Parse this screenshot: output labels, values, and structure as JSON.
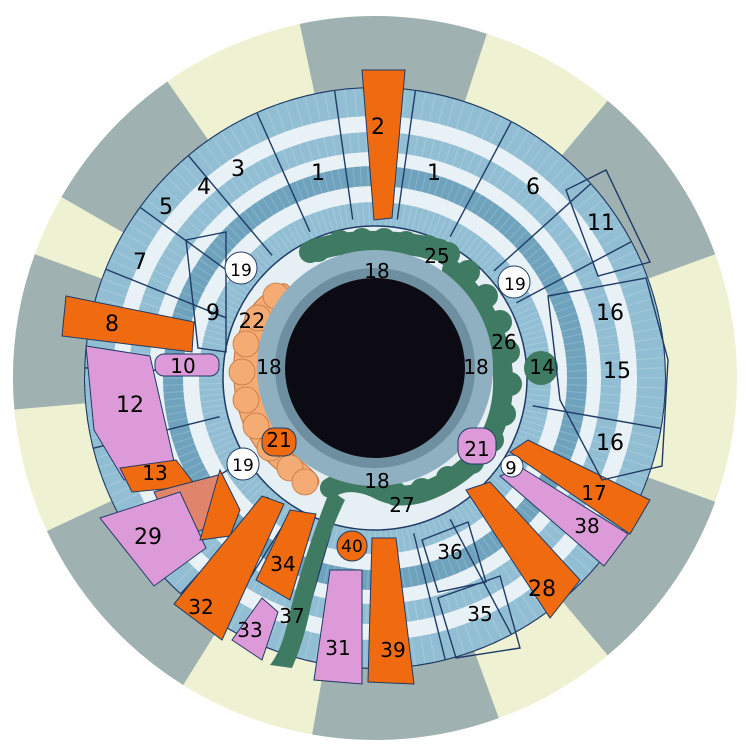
{
  "colors": {
    "cream": "#eef2d2",
    "slate": "#9fb1b1",
    "iris_light": "#e8f1f6",
    "iris_blue": "#92bed4",
    "iris_blue_dark": "#6fa3bd",
    "pupil": "#0c0a12",
    "orange": "#f06a10",
    "pink": "#dd9ad8",
    "green": "#3f7a62",
    "peach": "#f5ab74",
    "outline": "#1f3b66"
  },
  "zones": [
    {
      "id": "zone-2",
      "label": "2"
    },
    {
      "id": "zone-1-left",
      "label": "1"
    },
    {
      "id": "zone-1-right",
      "label": "1"
    },
    {
      "id": "zone-3",
      "label": "3"
    },
    {
      "id": "zone-4",
      "label": "4"
    },
    {
      "id": "zone-5",
      "label": "5"
    },
    {
      "id": "zone-6",
      "label": "6"
    },
    {
      "id": "zone-7",
      "label": "7"
    },
    {
      "id": "zone-8",
      "label": "8"
    },
    {
      "id": "zone-9-left",
      "label": "9"
    },
    {
      "id": "zone-9-right",
      "label": "9"
    },
    {
      "id": "zone-10",
      "label": "10"
    },
    {
      "id": "zone-11",
      "label": "11"
    },
    {
      "id": "zone-12",
      "label": "12"
    },
    {
      "id": "zone-13",
      "label": "13"
    },
    {
      "id": "zone-14",
      "label": "14"
    },
    {
      "id": "zone-15",
      "label": "15"
    },
    {
      "id": "zone-16-top",
      "label": "16"
    },
    {
      "id": "zone-16-bottom",
      "label": "16"
    },
    {
      "id": "zone-17",
      "label": "17"
    },
    {
      "id": "zone-18-top",
      "label": "18"
    },
    {
      "id": "zone-18-left",
      "label": "18"
    },
    {
      "id": "zone-18-right",
      "label": "18"
    },
    {
      "id": "zone-18-bottom",
      "label": "18"
    },
    {
      "id": "zone-19-left",
      "label": "19"
    },
    {
      "id": "zone-19-right",
      "label": "19"
    },
    {
      "id": "zone-19-bottom",
      "label": "19"
    },
    {
      "id": "zone-21-left",
      "label": "21"
    },
    {
      "id": "zone-21-right",
      "label": "21"
    },
    {
      "id": "zone-22",
      "label": "22"
    },
    {
      "id": "zone-25",
      "label": "25"
    },
    {
      "id": "zone-26",
      "label": "26"
    },
    {
      "id": "zone-27",
      "label": "27"
    },
    {
      "id": "zone-28",
      "label": "28"
    },
    {
      "id": "zone-29",
      "label": "29"
    },
    {
      "id": "zone-31",
      "label": "31"
    },
    {
      "id": "zone-32",
      "label": "32"
    },
    {
      "id": "zone-33",
      "label": "33"
    },
    {
      "id": "zone-34",
      "label": "34"
    },
    {
      "id": "zone-35",
      "label": "35"
    },
    {
      "id": "zone-36",
      "label": "36"
    },
    {
      "id": "zone-37",
      "label": "37"
    },
    {
      "id": "zone-38",
      "label": "38"
    },
    {
      "id": "zone-39",
      "label": "39"
    },
    {
      "id": "zone-40",
      "label": "40"
    }
  ]
}
